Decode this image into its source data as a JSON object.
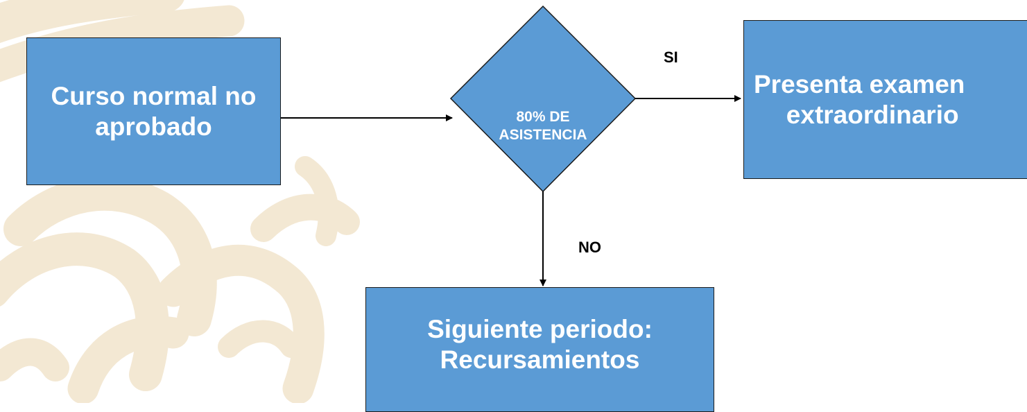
{
  "flowchart": {
    "start_node": {
      "lines": [
        "Curso normal no",
        "aprobado"
      ]
    },
    "decision": {
      "lines": [
        "80% DE",
        "ASISTENCIA"
      ]
    },
    "yes_node": {
      "lines": [
        "Presenta examen",
        "extraordinario"
      ]
    },
    "no_node": {
      "lines": [
        "Siguiente periodo:",
        "Recursamientos"
      ]
    },
    "yes_label": "SI",
    "no_label": "NO"
  },
  "colors": {
    "box_fill": "#5b9bd5",
    "box_text": "#ffffff",
    "outline": "#1a1a1a",
    "watermark": "#f1e4cc"
  }
}
